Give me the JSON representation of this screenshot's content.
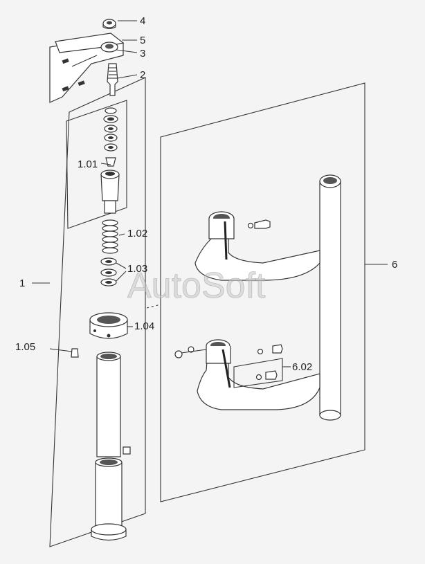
{
  "labels": {
    "p4": "4",
    "p5": "5",
    "p3": "3",
    "p2": "2",
    "p101": "1.01",
    "p102": "1.02",
    "p103": "1.03",
    "p1": "1",
    "p104": "1.04",
    "p105": "1.05",
    "p6": "6",
    "p602": "6.02"
  },
  "watermark": "AutoSoft",
  "colors": {
    "background": "#f4f4f4",
    "ink": "#333333",
    "watermark": "#c8c8c8"
  }
}
